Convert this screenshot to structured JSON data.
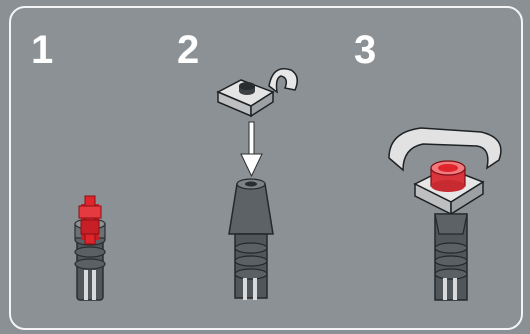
{
  "steps": [
    {
      "number": "1",
      "part": "red-axle-connector"
    },
    {
      "number": "2",
      "part": "plate-with-clip-over-cone"
    },
    {
      "number": "3",
      "part": "assembled-piece"
    }
  ],
  "colors": {
    "panel": "#8b9194",
    "border": "#f2f4f5",
    "part_dark": "#4f5457",
    "part_red": "#e0242b",
    "plate_light": "#dcdcdc",
    "arrow": "#ffffff"
  }
}
